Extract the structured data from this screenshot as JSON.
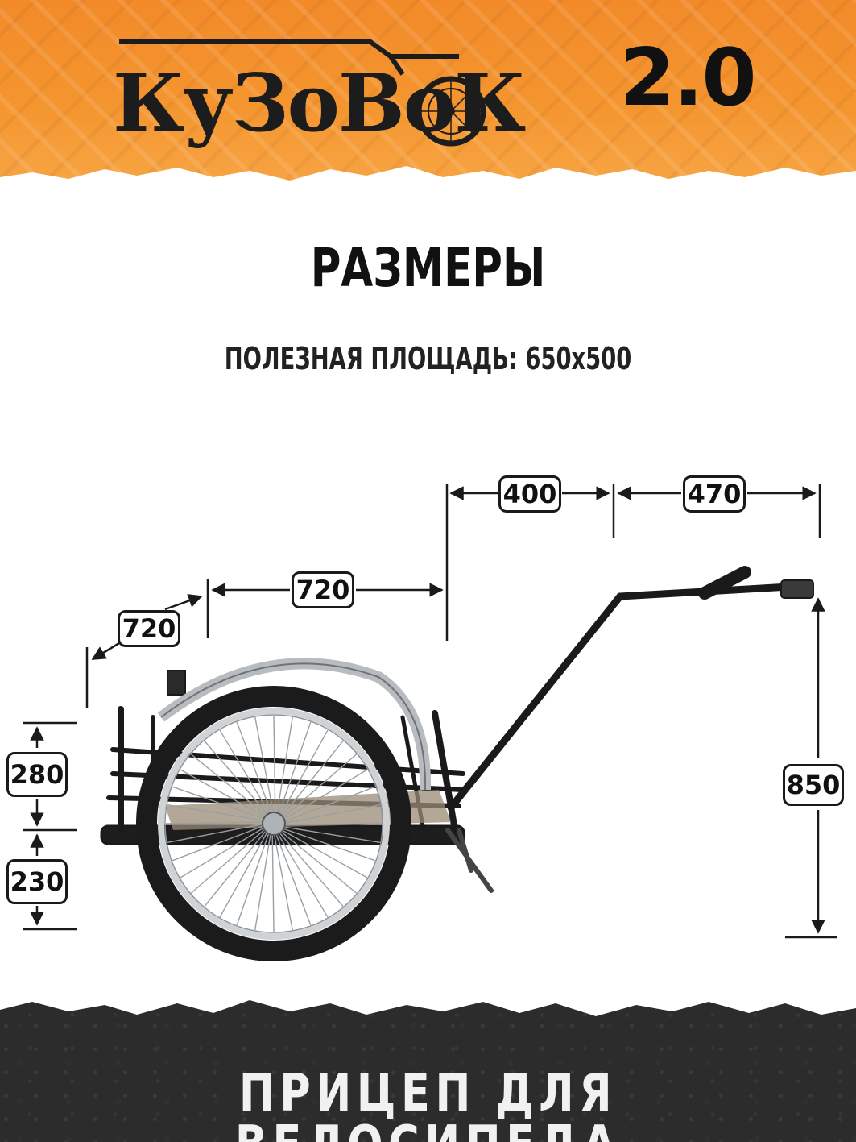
{
  "header": {
    "logo_text": "КуЗоВоК",
    "version": "2.0"
  },
  "title": "РАЗМЕРЫ",
  "subtitle": "ПОЛЕЗНАЯ ПЛОЩАДЬ: 650x500",
  "dimensions": {
    "depth": "720",
    "length": "720",
    "hitch_a": "400",
    "hitch_b": "470",
    "side_height": "280",
    "ground_clearance": "230",
    "hitch_height": "850"
  },
  "footer": {
    "tagline": "ПРИЦЕП ДЛЯ ВЕЛОСИПЕДА"
  },
  "colors": {
    "header_orange": "#f4952f",
    "frame_black": "#1a1a1a",
    "rim_silver": "#cfd3d6",
    "footer_dark": "#2c2c2c"
  }
}
